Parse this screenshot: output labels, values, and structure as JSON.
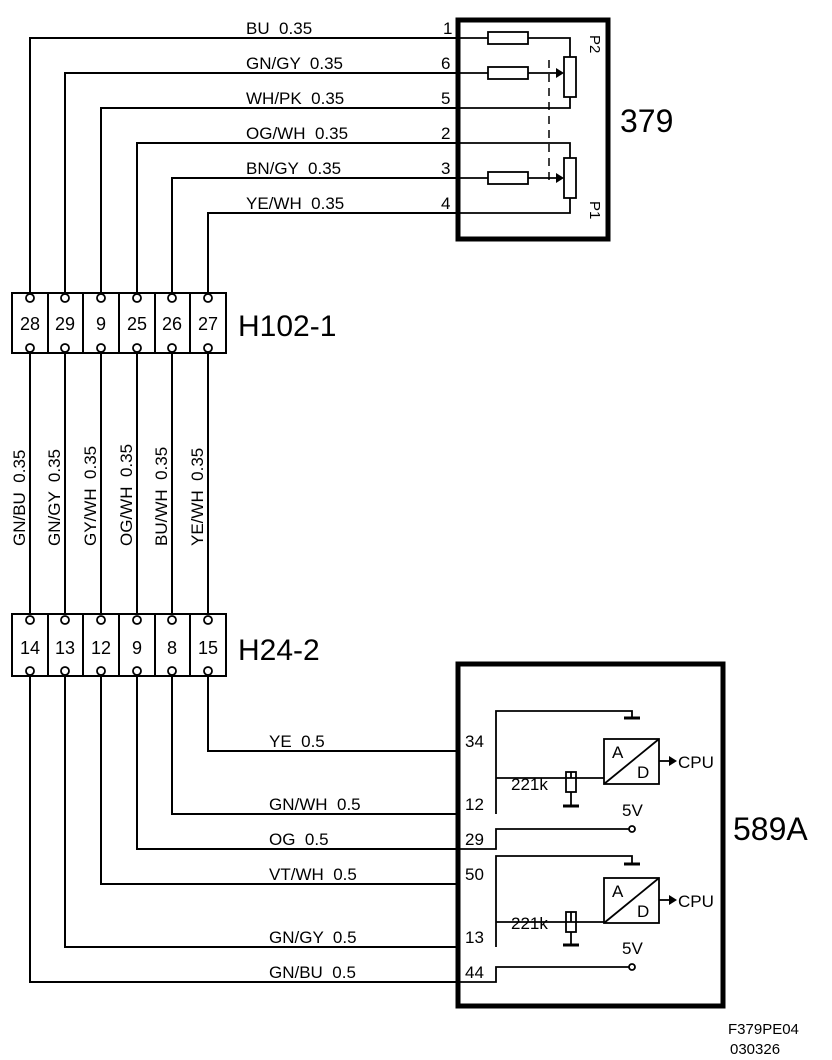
{
  "components": {
    "sensor_379": "379",
    "module_589a": "589A",
    "connector_h102_1": "H102-1",
    "connector_h24_2": "H24-2"
  },
  "top_wires": [
    {
      "label": "BU  0.35",
      "pin": "1"
    },
    {
      "label": "GN/GY  0.35",
      "pin": "6"
    },
    {
      "label": "WH/PK  0.35",
      "pin": "5"
    },
    {
      "label": "OG/WH  0.35",
      "pin": "2"
    },
    {
      "label": "BN/GY  0.35",
      "pin": "3"
    },
    {
      "label": "YE/WH  0.35",
      "pin": "4"
    }
  ],
  "potentiometers": {
    "p2": "P2",
    "p1": "P1"
  },
  "h102_pins": [
    "28",
    "29",
    "9",
    "25",
    "26",
    "27"
  ],
  "mid_wires": [
    "GN/BU  0.35",
    "GN/GY  0.35",
    "GY/WH  0.35",
    "OG/WH  0.35",
    "BU/WH  0.35",
    "YE/WH  0.35"
  ],
  "h24_pins": [
    "14",
    "13",
    "12",
    "9",
    "8",
    "15"
  ],
  "bottom_wires": [
    {
      "label": "YE  0.5",
      "pin": "34"
    },
    {
      "label": "GN/WH  0.5",
      "pin": "12"
    },
    {
      "label": "OG  0.5",
      "pin": "29"
    },
    {
      "label": "VT/WH  0.5",
      "pin": "50"
    },
    {
      "label": "GN/GY  0.5",
      "pin": "13"
    },
    {
      "label": "GN/BU  0.5",
      "pin": "44"
    }
  ],
  "module_internals": {
    "resistor_1": "221k",
    "resistor_2": "221k",
    "adc_a": "A",
    "adc_d": "D",
    "cpu": "CPU",
    "supply": "5V"
  },
  "figure_ref": {
    "code": "F379PE04",
    "date": "030326"
  }
}
